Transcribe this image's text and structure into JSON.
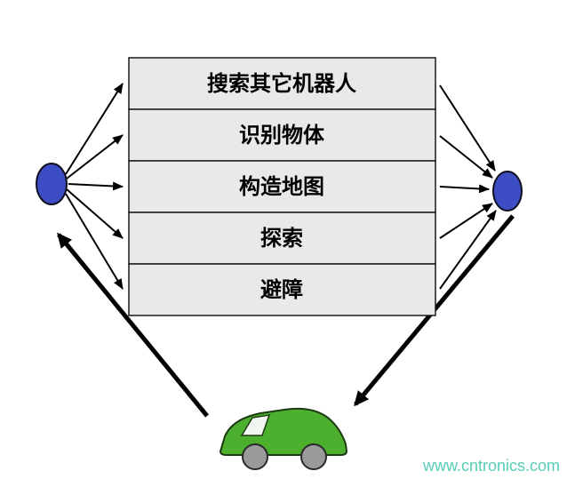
{
  "diagram": {
    "behaviors": [
      {
        "label": "搜索其它机器人"
      },
      {
        "label": "识别物体"
      },
      {
        "label": "构造地图"
      },
      {
        "label": "探索"
      },
      {
        "label": "避障"
      }
    ],
    "watermark": "www.cntronics.com",
    "colors": {
      "node_fill": "#3d4ec4",
      "box_fill": "#e9e9e9",
      "car_body": "#4daf2e",
      "wheel": "#9a9a9a",
      "watermark": "#57cdb8",
      "arrow": "#000000"
    }
  }
}
